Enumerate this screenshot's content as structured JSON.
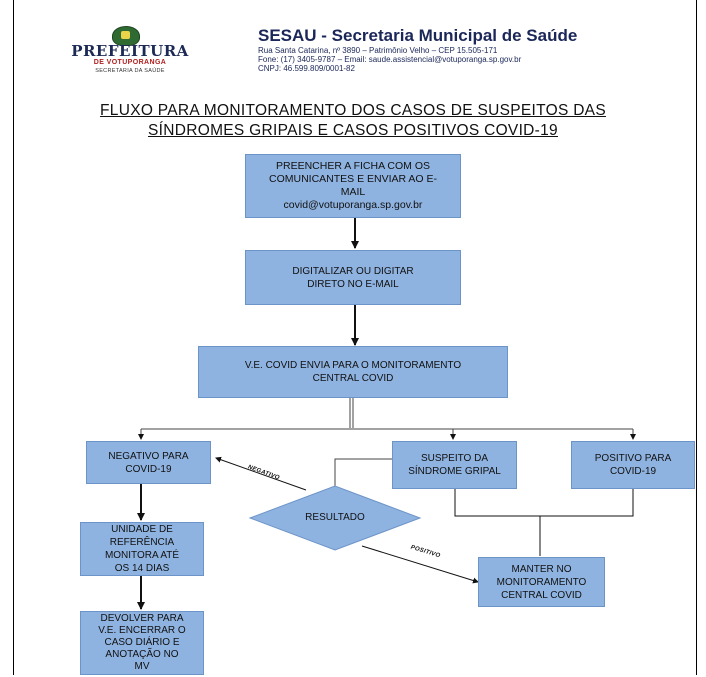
{
  "header": {
    "logo_main": "PREFEITURA",
    "logo_sub": "DE VOTUPORANGA",
    "logo_sub2": "SECRETARIA DA SAÚDE",
    "org_title": "SESAU - Secretaria Municipal de Saúde",
    "address": "Rua Santa Catarina, nº 3890 – Patrimônio Velho – CEP 15.505-171",
    "contact": "Fone: (17) 3405-9787 – Email: saude.assistencial@votuporanga.sp.gov.br",
    "cnpj": "CNPJ: 46.599.809/0001-82"
  },
  "title": {
    "line1": "FLUXO PARA MONITORAMENTO DOS CASOS DE SUSPEITOS DAS",
    "line2": "SÍNDROMES GRIPAIS E CASOS POSITIVOS COVID-19"
  },
  "nodes": {
    "preencher": [
      "PREENCHER A FICHA COM OS",
      "COMUNICANTES E ENVIAR AO E-",
      "MAIL",
      "covid@votuporanga.sp.gov.br"
    ],
    "digitalizar": [
      "DIGITALIZAR OU DIGITAR",
      "DIRETO NO E-MAIL"
    ],
    "ve_covid": [
      "V.E. COVID ENVIA PARA O MONITORAMENTO",
      "CENTRAL COVID"
    ],
    "negativo": [
      "NEGATIVO PARA",
      "COVID-19"
    ],
    "suspeito": [
      "SUSPEITO DA",
      "SÍNDROME GRIPAL"
    ],
    "positivo": [
      "POSITIVO PARA",
      "COVID-19"
    ],
    "resultado": "RESULTADO",
    "unidade": [
      "UNIDADE DE",
      "REFERÊNCIA",
      "MONITORA ATÉ",
      "OS 14 DIAS"
    ],
    "manter": [
      "MANTER NO",
      "MONITORAMENTO",
      "CENTRAL COVID"
    ],
    "devolver": [
      "DEVOLVER PARA",
      "V.E. ENCERRAR O",
      "CASO DIÁRIO E",
      "ANOTAÇÃO NO",
      "MV"
    ]
  },
  "edges": {
    "negativo_label": "NEGATIVO",
    "positivo_label": "POSITIVO"
  },
  "colors": {
    "box_fill": "#8fb3e0",
    "box_border": "#6d94c8",
    "header_text": "#1b2758"
  }
}
